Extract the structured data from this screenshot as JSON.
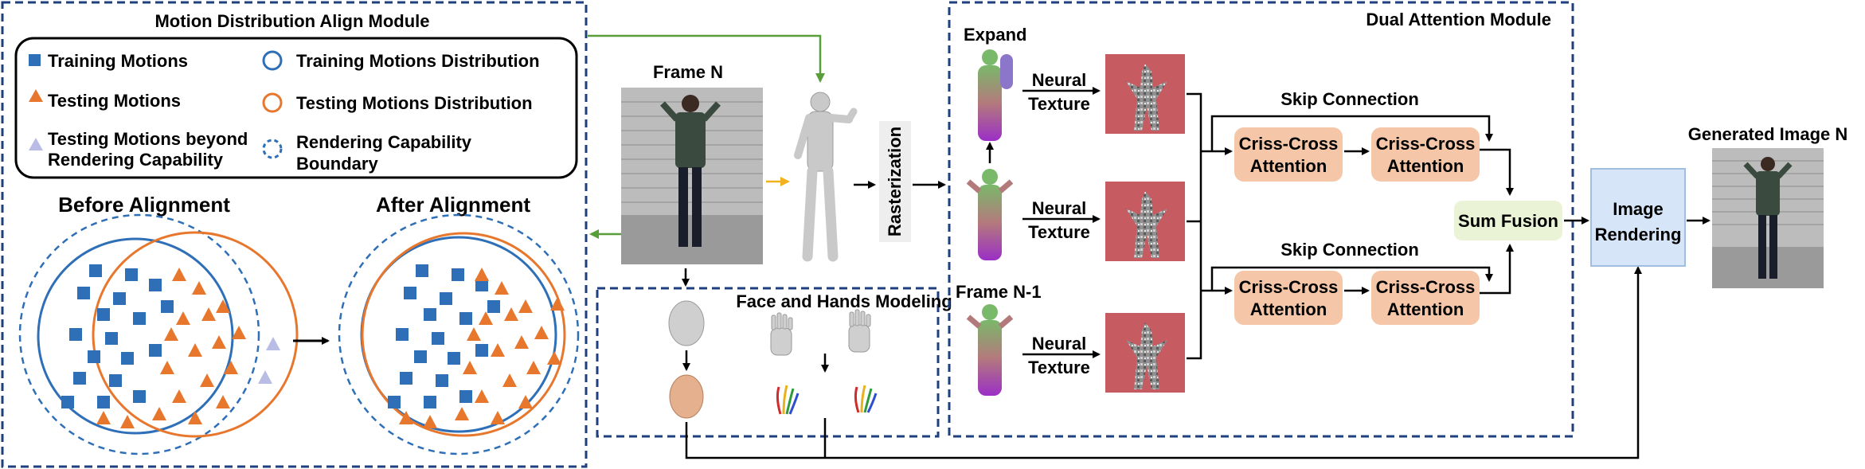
{
  "mdam": {
    "title": "Motion Distribution Align Module",
    "legend": {
      "training_motions": "Training Motions",
      "testing_motions": "Testing Motions",
      "testing_beyond_l1": "Testing Motions beyond",
      "testing_beyond_l2": "Rendering Capability",
      "training_dist": "Training Motions Distribution",
      "testing_dist": "Testing Motions Distribution",
      "boundary_l1": "Rendering Capability",
      "boundary_l2": "Boundary"
    },
    "before": "Before Alignment",
    "after": "After Alignment"
  },
  "frame_n": "Frame N",
  "rasterization": "Rasterization",
  "face_hands": "Face and Hands Modeling",
  "dam": {
    "title": "Dual Attention Module",
    "expand": "Expand",
    "frame_n1": "Frame N-1",
    "neural_l1": "Neural",
    "neural_l2": "Texture",
    "skip1": "Skip Connection",
    "skip2": "Skip Connection",
    "cc_l1": "Criss-Cross",
    "cc_l2": "Attention",
    "sum_fusion": "Sum Fusion"
  },
  "image_rendering_l1": "Image",
  "image_rendering_l2": "Rendering",
  "generated": "Generated Image N",
  "colors": {
    "blue": "#2e6fb7",
    "orange": "#e8772e",
    "light_purple": "#b9bde6",
    "navy_dash": "#1f3f7f",
    "green": "#5a9e3a",
    "salmon": "#f5c7a8",
    "sum_fusion": "#eaf3d6",
    "render_box": "#d6e6f8",
    "texture": "#c75b62"
  }
}
